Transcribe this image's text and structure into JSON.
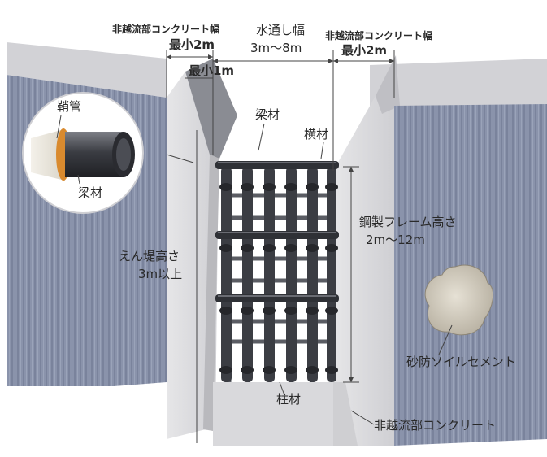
{
  "labels": {
    "nonoverflow_width_left": "非越流部コンクリート幅",
    "min_2m_left": "最小2m",
    "min_1m": "最小1m",
    "water_passage_width": "水通し幅",
    "water_passage_range": "3m～8m",
    "nonoverflow_width_right": "非越流部コンクリート幅",
    "min_2m_right": "最小2m",
    "sheath_pipe": "鞘管",
    "beam_inset": "梁材",
    "beam": "梁材",
    "cross_member": "横材",
    "steel_frame_height": "鋼製フレーム高さ",
    "steel_frame_height_range": "2m～12m",
    "embankment_height": "えん堤高さ",
    "embankment_height_min": "3m以上",
    "soil_cement": "砂防ソイルセメント",
    "column": "柱材",
    "nonoverflow_concrete": "非越流部コンクリート"
  },
  "colors": {
    "slope_face": "#8790a8",
    "concrete_light": "#ddddde",
    "concrete_mid": "#c9c9cc",
    "steel_frame": "#3b3d43",
    "dimension_line": "#444444",
    "sky": "#ffffff"
  },
  "icons": [
    "magnifier-inset-circle",
    "sheath-pipe-cylinder",
    "soil-cement-sample"
  ]
}
